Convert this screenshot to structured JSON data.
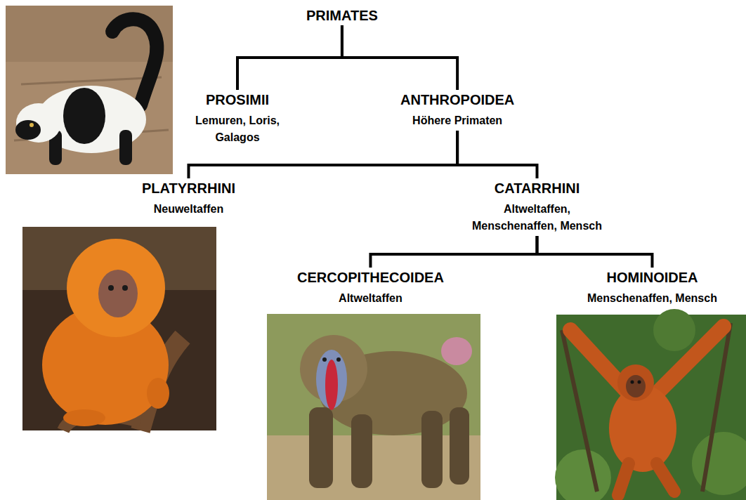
{
  "diagram": {
    "nodes": [
      {
        "text": [
          "PRIMATES"
        ]
      },
      {
        "text": [
          "PROSIMII",
          "Lemuren, Loris, Galagos"
        ]
      },
      {
        "text": [
          "ANTHROPOIDEA",
          "Höhere Primaten"
        ]
      },
      {
        "text": [
          "PLATYRRHINI",
          "Neuweltaffen"
        ]
      },
      {
        "text": [
          "CATARRHINI",
          "Altweltaffen, Menschenaffen, Mensch"
        ]
      },
      {
        "text": [
          "CERCOPITHECOIDEA",
          "Altweltaffen"
        ]
      },
      {
        "text": [
          "HOMINOIDEA",
          "Menschenaffen, Mensch"
        ]
      }
    ],
    "edges": [
      {
        "from": 0,
        "to": 1,
        "arrow": "none"
      },
      {
        "from": 0,
        "to": 2,
        "arrow": "none"
      },
      {
        "from": 2,
        "to": 3,
        "arrow": "none"
      },
      {
        "from": 2,
        "to": 4,
        "arrow": "none"
      },
      {
        "from": 4,
        "to": 5,
        "arrow": "none"
      },
      {
        "from": 4,
        "to": 6,
        "arrow": "none"
      }
    ]
  }
}
